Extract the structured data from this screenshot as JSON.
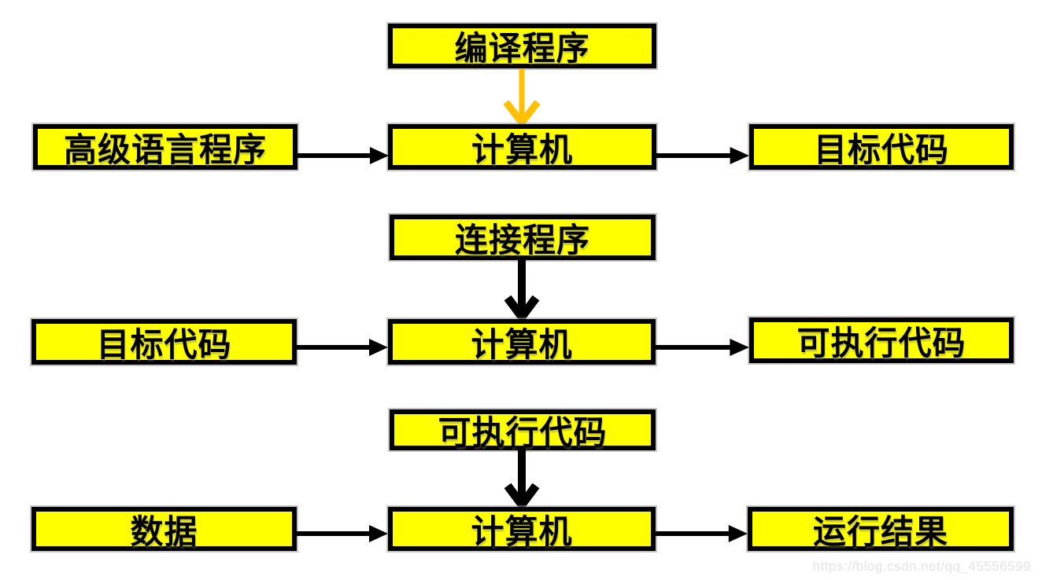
{
  "watermark": "https://blog.csdn.net/qq_45556599",
  "colors": {
    "background": "#ffffff",
    "box_fill": "#ffff00",
    "box_border": "#000000",
    "arrow_black": "#000000",
    "arrow_orange": "#ffc000",
    "watermark_text": "#e4e4e7"
  },
  "diagram": {
    "rows": [
      {
        "stage": "compile",
        "top_box": "编译程序",
        "left_box": "高级语言程序",
        "center_box": "计算机",
        "right_box": "目标代码",
        "vertical_arrow": "orange"
      },
      {
        "stage": "link",
        "top_box": "连接程序",
        "left_box": "目标代码",
        "center_box": "计算机",
        "right_box": "可执行代码",
        "vertical_arrow": "black"
      },
      {
        "stage": "run",
        "top_box": "可执行代码",
        "left_box": "数据",
        "center_box": "计算机",
        "right_box": "运行结果",
        "vertical_arrow": "black"
      }
    ]
  }
}
